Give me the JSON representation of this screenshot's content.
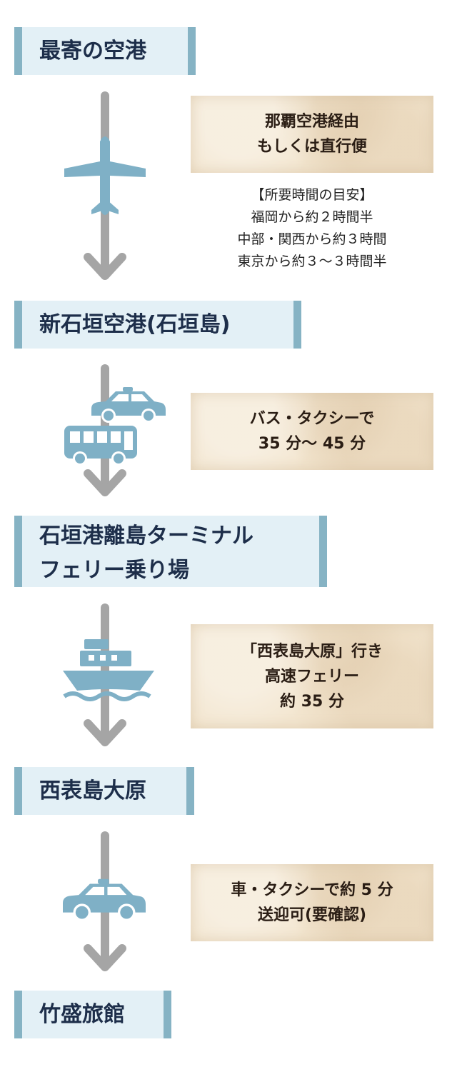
{
  "stops": [
    {
      "label": "最寄の空港"
    },
    {
      "label": "新石垣空港(石垣島)"
    },
    {
      "line1": "石垣港離島ターミナル",
      "line2": "フェリー乗り場"
    },
    {
      "label": "西表島大原"
    },
    {
      "label": "竹盛旅館"
    }
  ],
  "steps": [
    {
      "icon": "airplane-icon",
      "note": [
        "那覇空港経由",
        "もしくは直行便"
      ]
    },
    {
      "icons": [
        "taxi-icon",
        "bus-icon"
      ],
      "note": [
        "バス・タクシーで",
        "35 分～ 45 分"
      ]
    },
    {
      "icon": "ferry-icon",
      "note": [
        "「西表島大原」行き",
        "高速フェリー",
        "約 35 分"
      ]
    },
    {
      "icon": "taxi-icon",
      "note": [
        "車・タクシーで約 5 分",
        "送迎可(要確認)"
      ]
    }
  ],
  "flight_times": [
    "【所要時間の目安】",
    "福岡から約２時間半",
    "中部・関西から約３時間",
    "東京から約３～３時間半"
  ],
  "colors": {
    "icon": "#7fb0c6",
    "line": "#a5a5a5",
    "stop_bg": "#e3f0f6",
    "stop_border": "#86b3c4",
    "note_bg": "#f3e6d0"
  }
}
